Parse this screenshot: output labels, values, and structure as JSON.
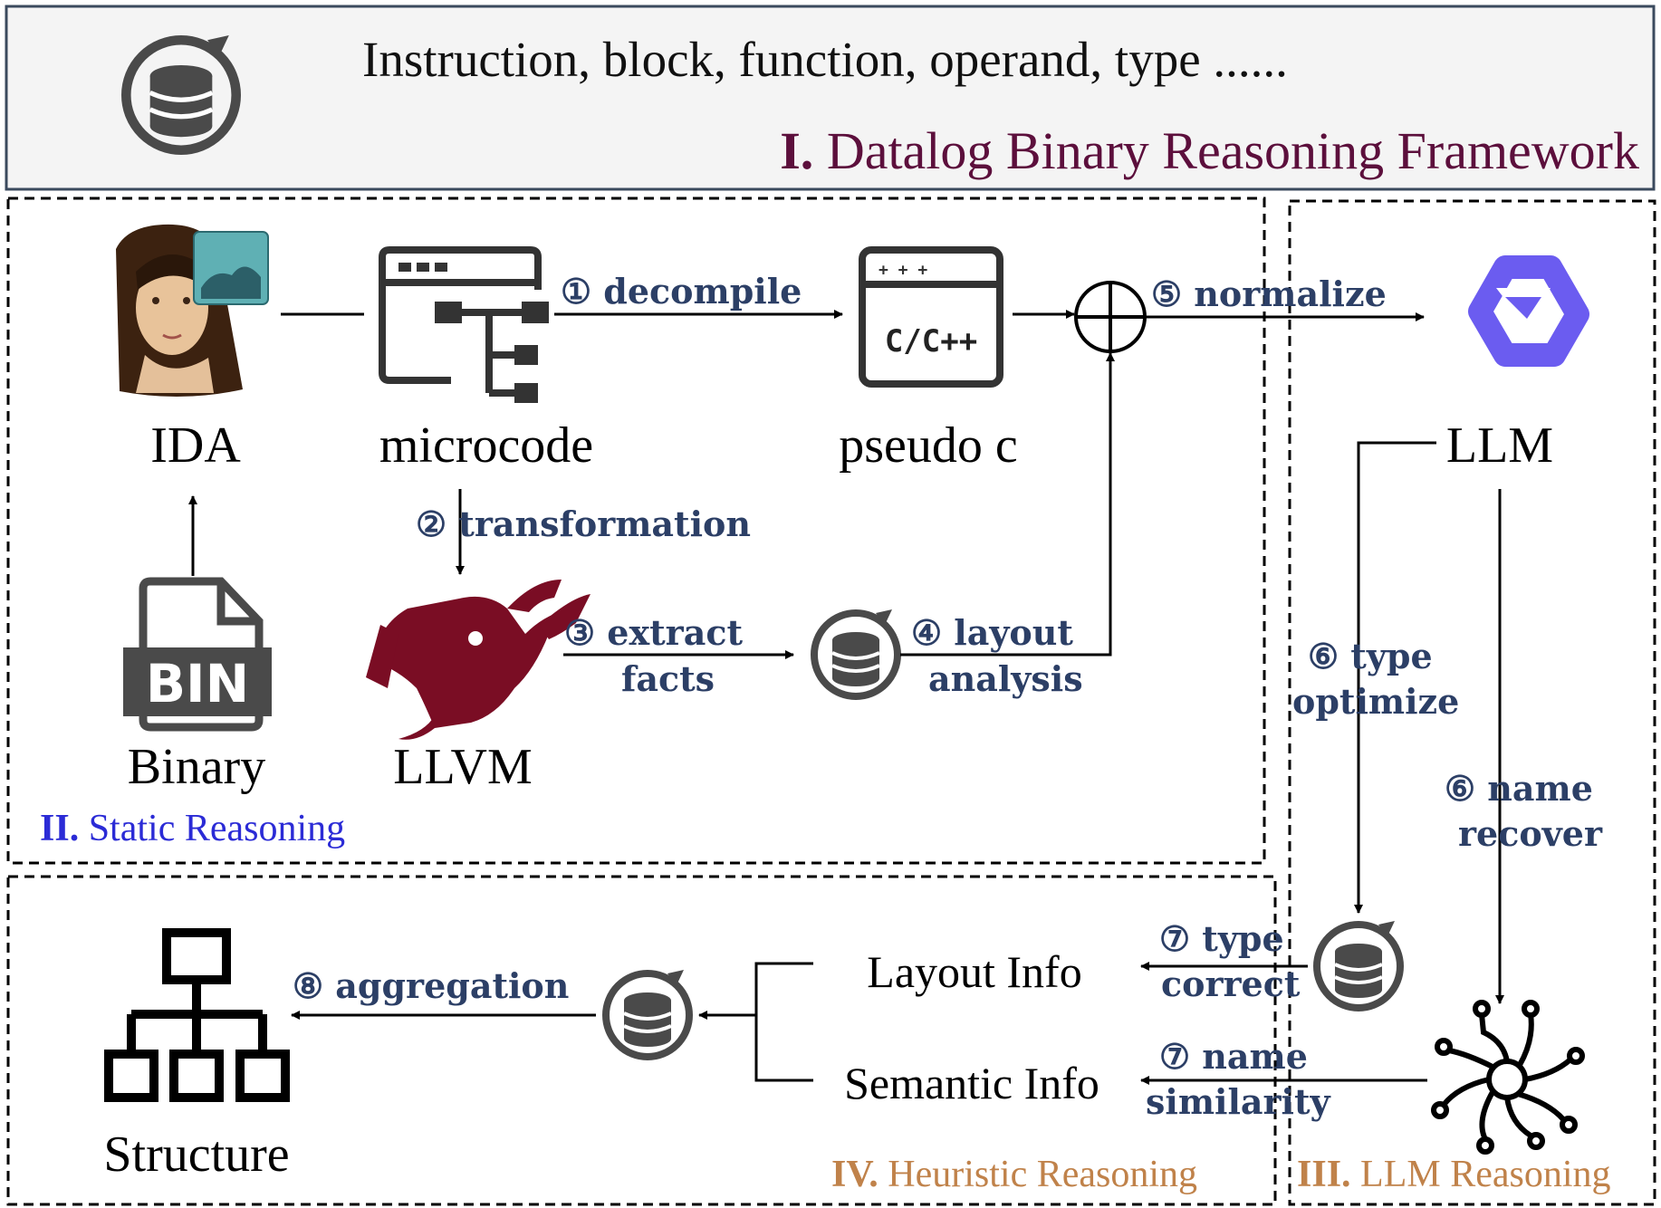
{
  "framework": {
    "subtitle": "Instruction, block, function, operand, type ......",
    "num": "I.",
    "title": "Datalog Binary Reasoning Framework",
    "num_color": "#5c0f3c",
    "title_color": "#5c0f3c"
  },
  "nodes": {
    "ida": "IDA",
    "microcode": "microcode",
    "pseudo_c": "pseudo c",
    "llvm": "LLVM",
    "binary": "Binary",
    "llm": "LLM",
    "layout_info": "Layout Info",
    "semantic_info": "Semantic Info",
    "structure": "Structure",
    "cpp_icon_text": "C/C++",
    "bin_icon_text": "BIN"
  },
  "edges": {
    "decompile": "① decompile",
    "transformation": "② transformation",
    "extract_1": "③ extract",
    "extract_2": "facts",
    "layout_1": "④ layout",
    "layout_2": "analysis",
    "normalize": "⑤ normalize",
    "type_opt_1": "⑥ type",
    "type_opt_2": "optimize",
    "name_rec_1": "⑥ name",
    "name_rec_2": "recover",
    "type_cor_1": "⑦ type",
    "type_cor_2": "correct",
    "name_sim_1": "⑦ name",
    "name_sim_2": "similarity",
    "aggregation": "⑧ aggregation"
  },
  "sections": {
    "static_num": "II.",
    "static_label": "Static Reasoning",
    "static_color": "#2b2bd6",
    "llm_num": "III.",
    "llm_label": "LLM Reasoning",
    "heuristic_num": "IV.",
    "heuristic_label": "Heuristic Reasoning",
    "orange_color": "#c0824a"
  },
  "icons": {
    "database": "database-cycle-icon",
    "ida": "ida-portrait-icon",
    "microcode": "window-tree-icon",
    "pseudo_c": "cpp-window-icon",
    "binary": "bin-file-icon",
    "llvm": "llvm-dragon-icon",
    "llm": "qwen-logo-icon",
    "ai": "ai-circuit-icon",
    "structure": "hierarchy-icon",
    "circled_plus": "circled-plus-icon",
    "llm_logo_color": "#6b5cf0"
  }
}
